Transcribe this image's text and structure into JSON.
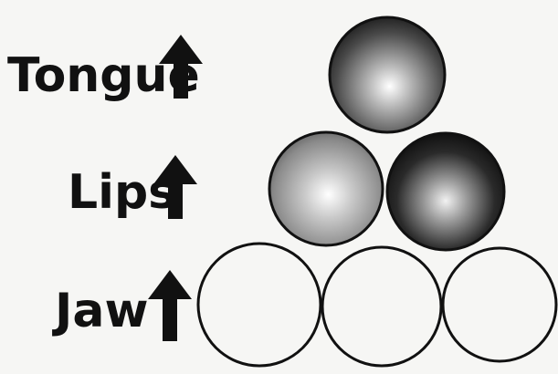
{
  "levels": [
    {
      "label": "Tongue",
      "direction": "up",
      "balls": 1,
      "ball_style": "shaded"
    },
    {
      "label": "Lips",
      "direction": "up",
      "balls": 2,
      "ball_style": "shaded"
    },
    {
      "label": "Jaw",
      "direction": "up",
      "balls": 3,
      "ball_style": "outline"
    }
  ],
  "colors": {
    "ink": "#111111",
    "paper": "#f6f6f4",
    "ball_light": "#ffffff",
    "ball_mid": "#9a9a9a",
    "ball_dark": "#1a1a1a"
  },
  "icons": {
    "arrow": "arrow-up-icon"
  }
}
